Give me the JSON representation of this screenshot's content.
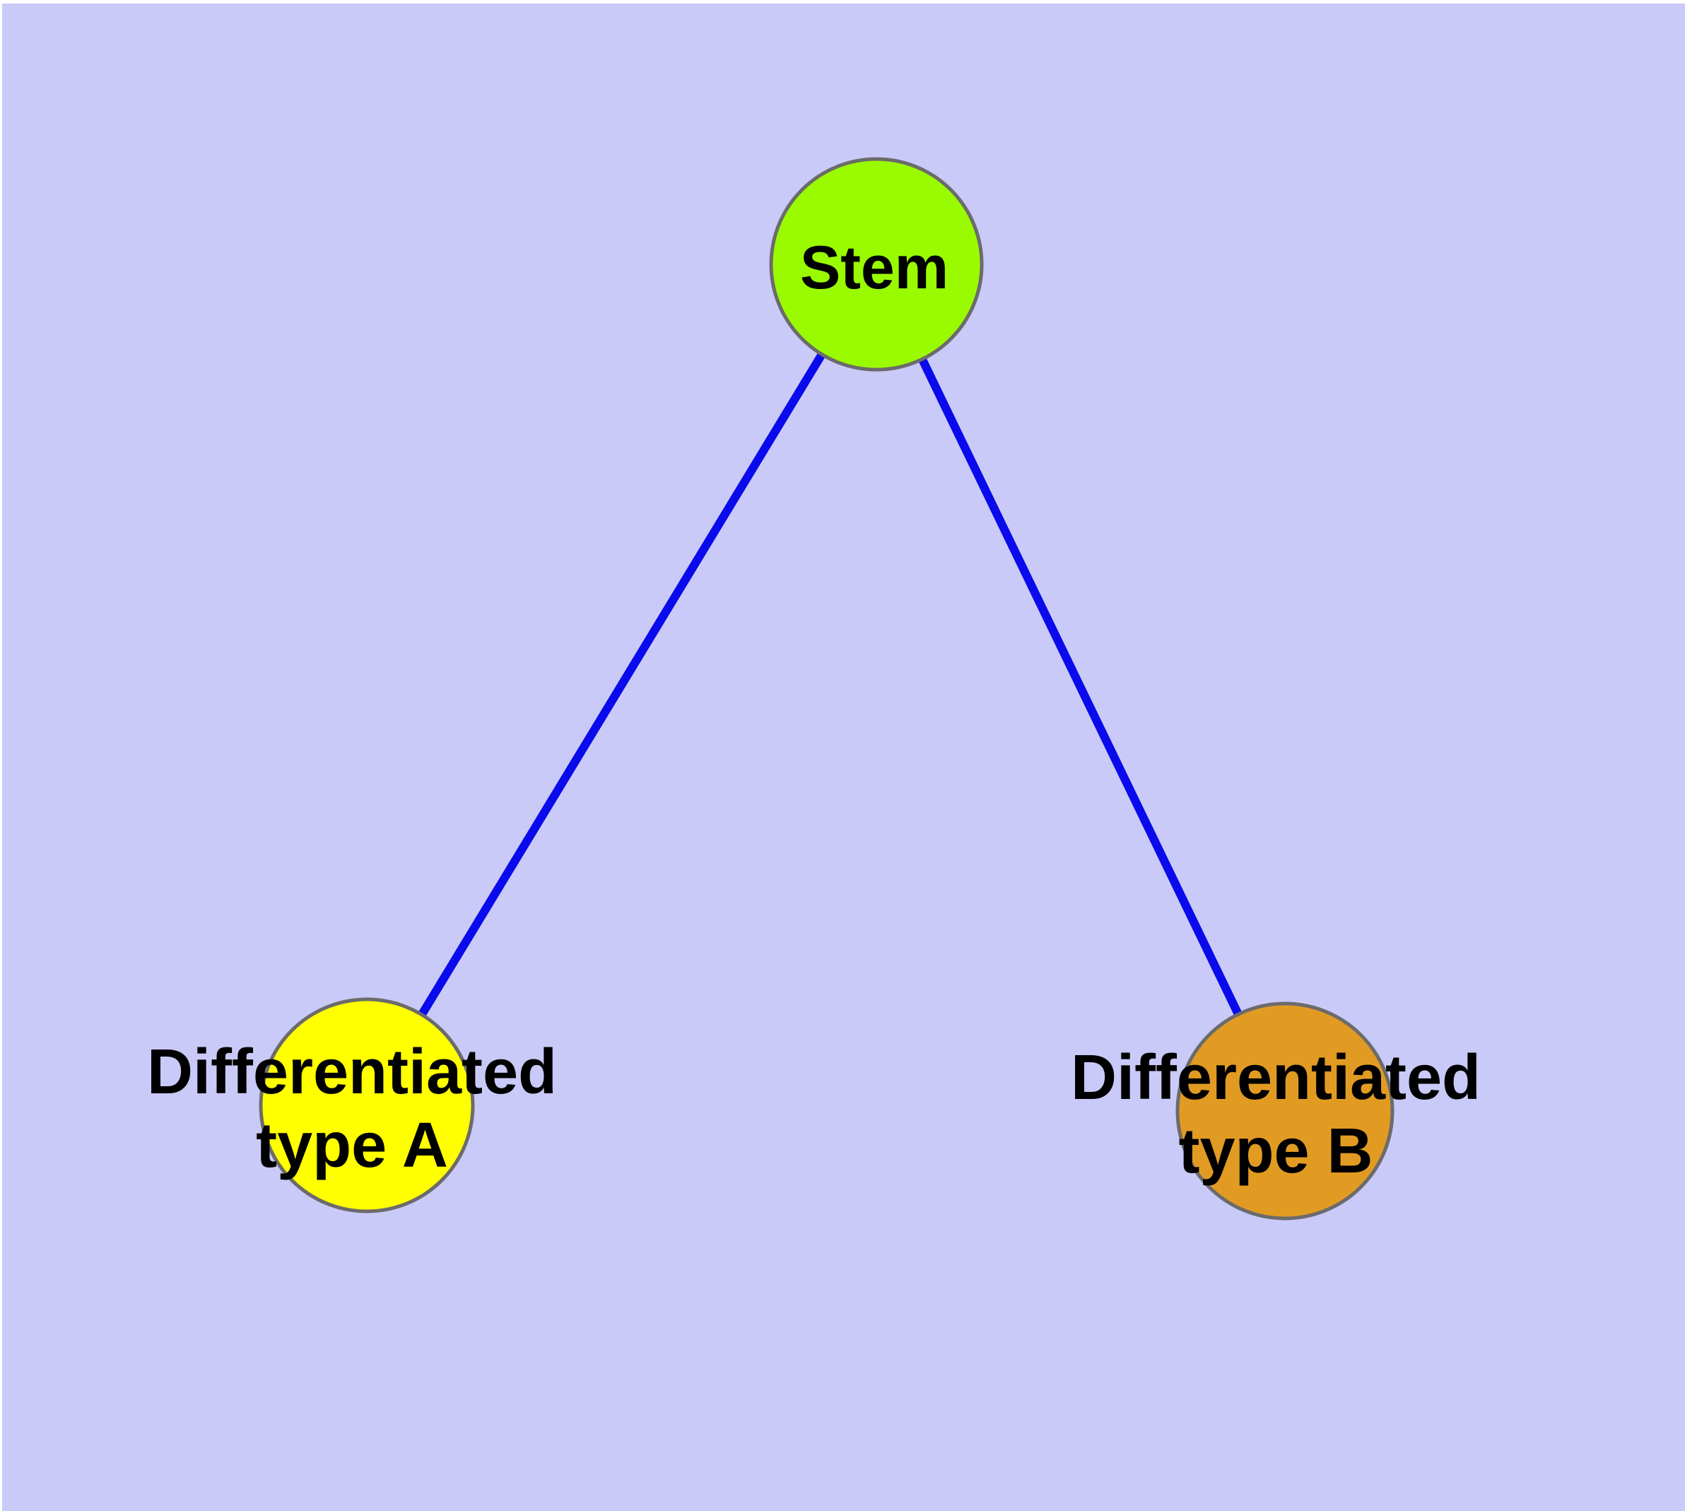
{
  "graph": {
    "background_color": "#cacaf8",
    "edge_color": "#0a0aec",
    "node_border_color": "#6b6b6b",
    "label_color": "#000000",
    "nodes": [
      {
        "id": "stem",
        "label": "Stem",
        "fill": "#9afb00"
      },
      {
        "id": "differentiated-type-a",
        "label_line1": "Differentiated",
        "label_line2": "type A",
        "fill": "#ffff00"
      },
      {
        "id": "differentiated-type-b",
        "label_line1": "Differentiated",
        "label_line2": "type B",
        "fill": "#e29b22"
      }
    ],
    "edges": [
      {
        "from": "Stem",
        "to": "Differentiated type A"
      },
      {
        "from": "Stem",
        "to": "Differentiated type B"
      }
    ]
  }
}
